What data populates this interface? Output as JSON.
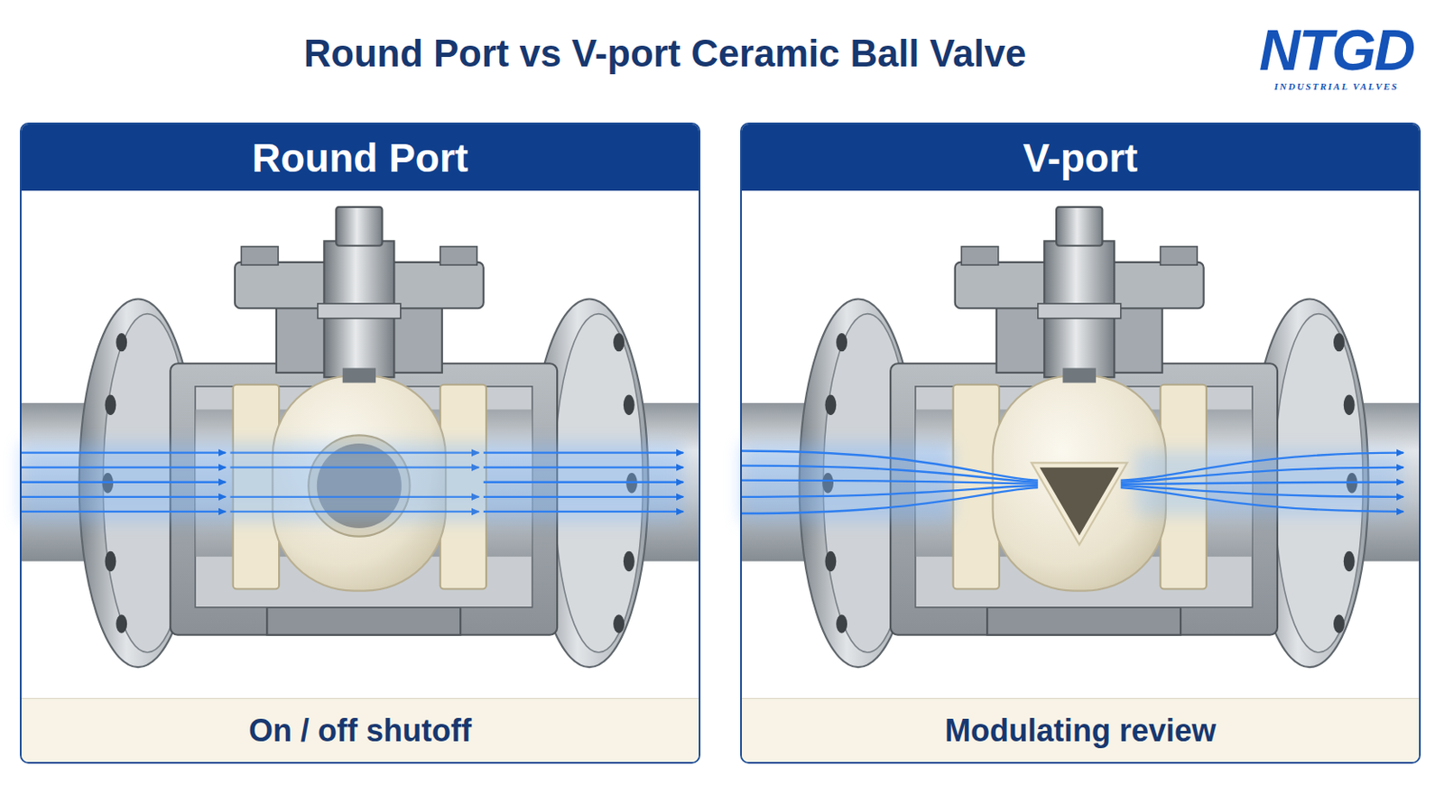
{
  "diagram": {
    "title": "Round Port vs V-port Ceramic Ball Valve",
    "nodes": [
      {
        "text": [
          "Round Port",
          "On / off shutoff"
        ]
      },
      {
        "text": [
          "V-port",
          "Modulating review"
        ]
      }
    ],
    "labels": [
      "NTGD",
      "INDUSTRIAL VALVES"
    ]
  }
}
